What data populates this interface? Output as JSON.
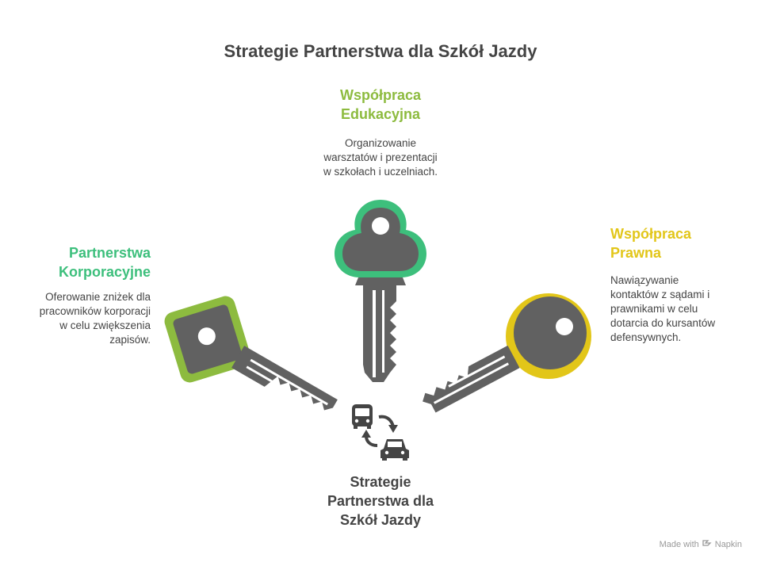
{
  "title": "Strategie Partnerstwa dla Szkół Jazdy",
  "sections": {
    "education": {
      "heading_line1": "Współpraca",
      "heading_line2": "Edukacyjna",
      "desc_line1": "Organizowanie",
      "desc_line2": "warsztatów i prezentacji",
      "desc_line3": "w szkołach i uczelniach.",
      "color": "#8dbb3f"
    },
    "corporate": {
      "heading_line1": "Partnerstwa",
      "heading_line2": "Korporacyjne",
      "desc_line1": "Oferowanie zniżek dla",
      "desc_line2": "pracowników korporacji",
      "desc_line3": "w celu zwiększenia",
      "desc_line4": "zapisów.",
      "color": "#3dbf7c"
    },
    "legal": {
      "heading_line1": "Współpraca",
      "heading_line2": "Prawna",
      "desc_line1": "Nawiązywanie",
      "desc_line2": "kontaktów z sądami i",
      "desc_line3": "prawnikami w celu",
      "desc_line4": "dotarcia do kursantów",
      "desc_line5": "defensywnych.",
      "color": "#e2c619"
    }
  },
  "center": {
    "line1": "Strategie",
    "line2": "Partnerstwa dla",
    "line3": "Szkół Jazdy"
  },
  "footer": {
    "made_with": "Made with",
    "brand": "Napkin"
  },
  "colors": {
    "key_gray": "#616161",
    "text": "#444444",
    "ring_green": "#3dbf7c",
    "ring_lime": "#8dbb3f",
    "ring_yellow": "#e2c619"
  }
}
